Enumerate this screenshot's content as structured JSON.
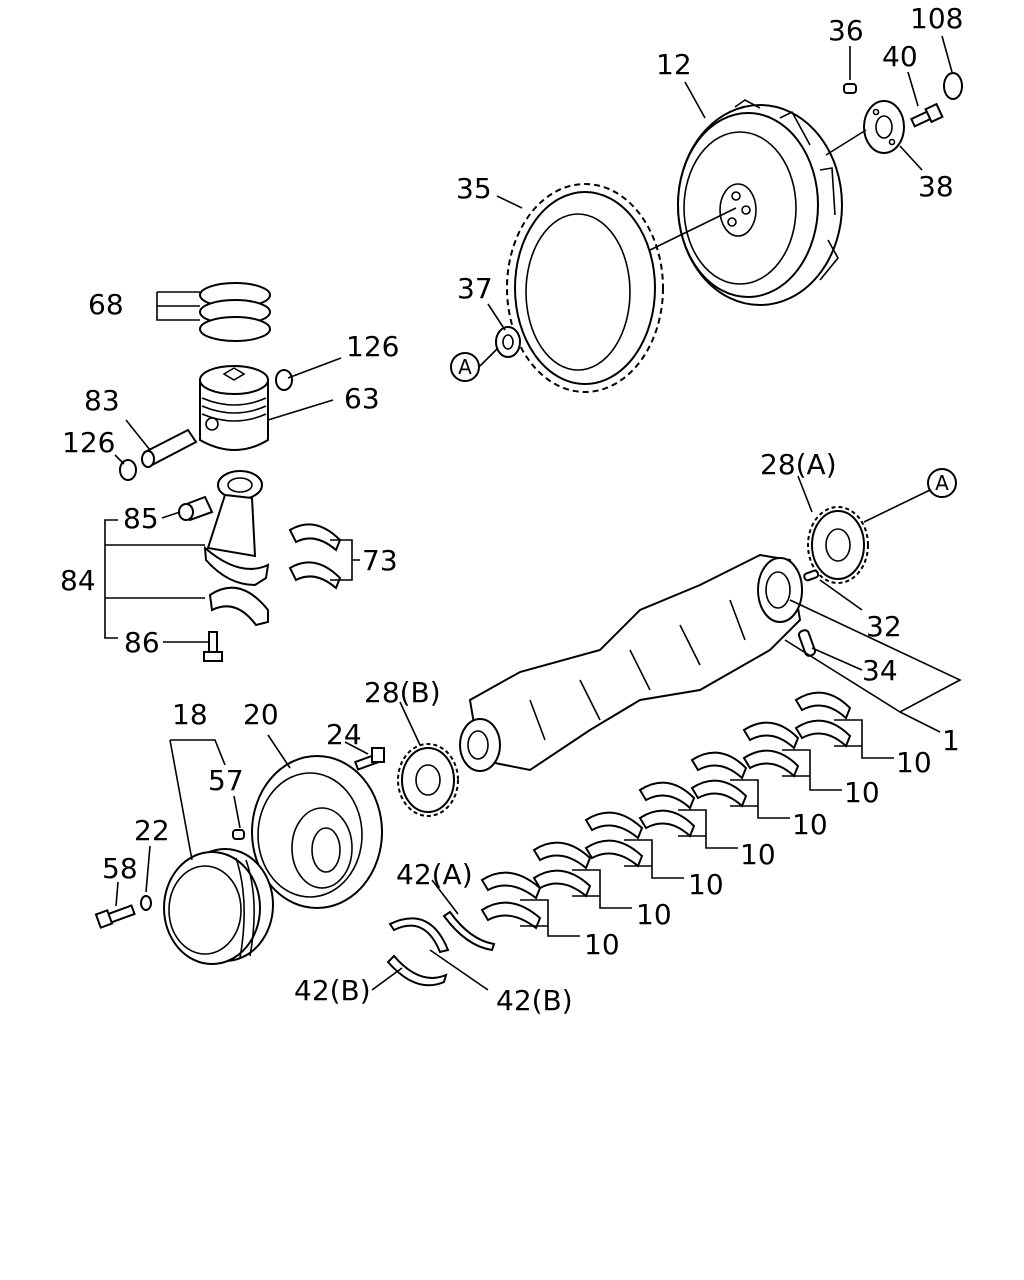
{
  "labels": {
    "p1": "1",
    "p10a": "10",
    "p10b": "10",
    "p10c": "10",
    "p10d": "10",
    "p10e": "10",
    "p10f": "10",
    "p10g": "10",
    "p12": "12",
    "p18": "18",
    "p20": "20",
    "p22": "22",
    "p24": "24",
    "p28a": "28(A)",
    "p28b": "28(B)",
    "p32": "32",
    "p34": "34",
    "p35": "35",
    "p36": "36",
    "p37": "37",
    "p38": "38",
    "p40": "40",
    "p42a": "42(A)",
    "p42b1": "42(B)",
    "p42b2": "42(B)",
    "p57": "57",
    "p58": "58",
    "p63": "63",
    "p68": "68",
    "p73": "73",
    "p83": "83",
    "p84": "84",
    "p85": "85",
    "p86": "86",
    "p108": "108",
    "p126a": "126",
    "p126b": "126"
  },
  "callouts": {
    "a1": "A",
    "a2": "A"
  },
  "colors": {
    "line": "#000000",
    "background": "#ffffff"
  }
}
